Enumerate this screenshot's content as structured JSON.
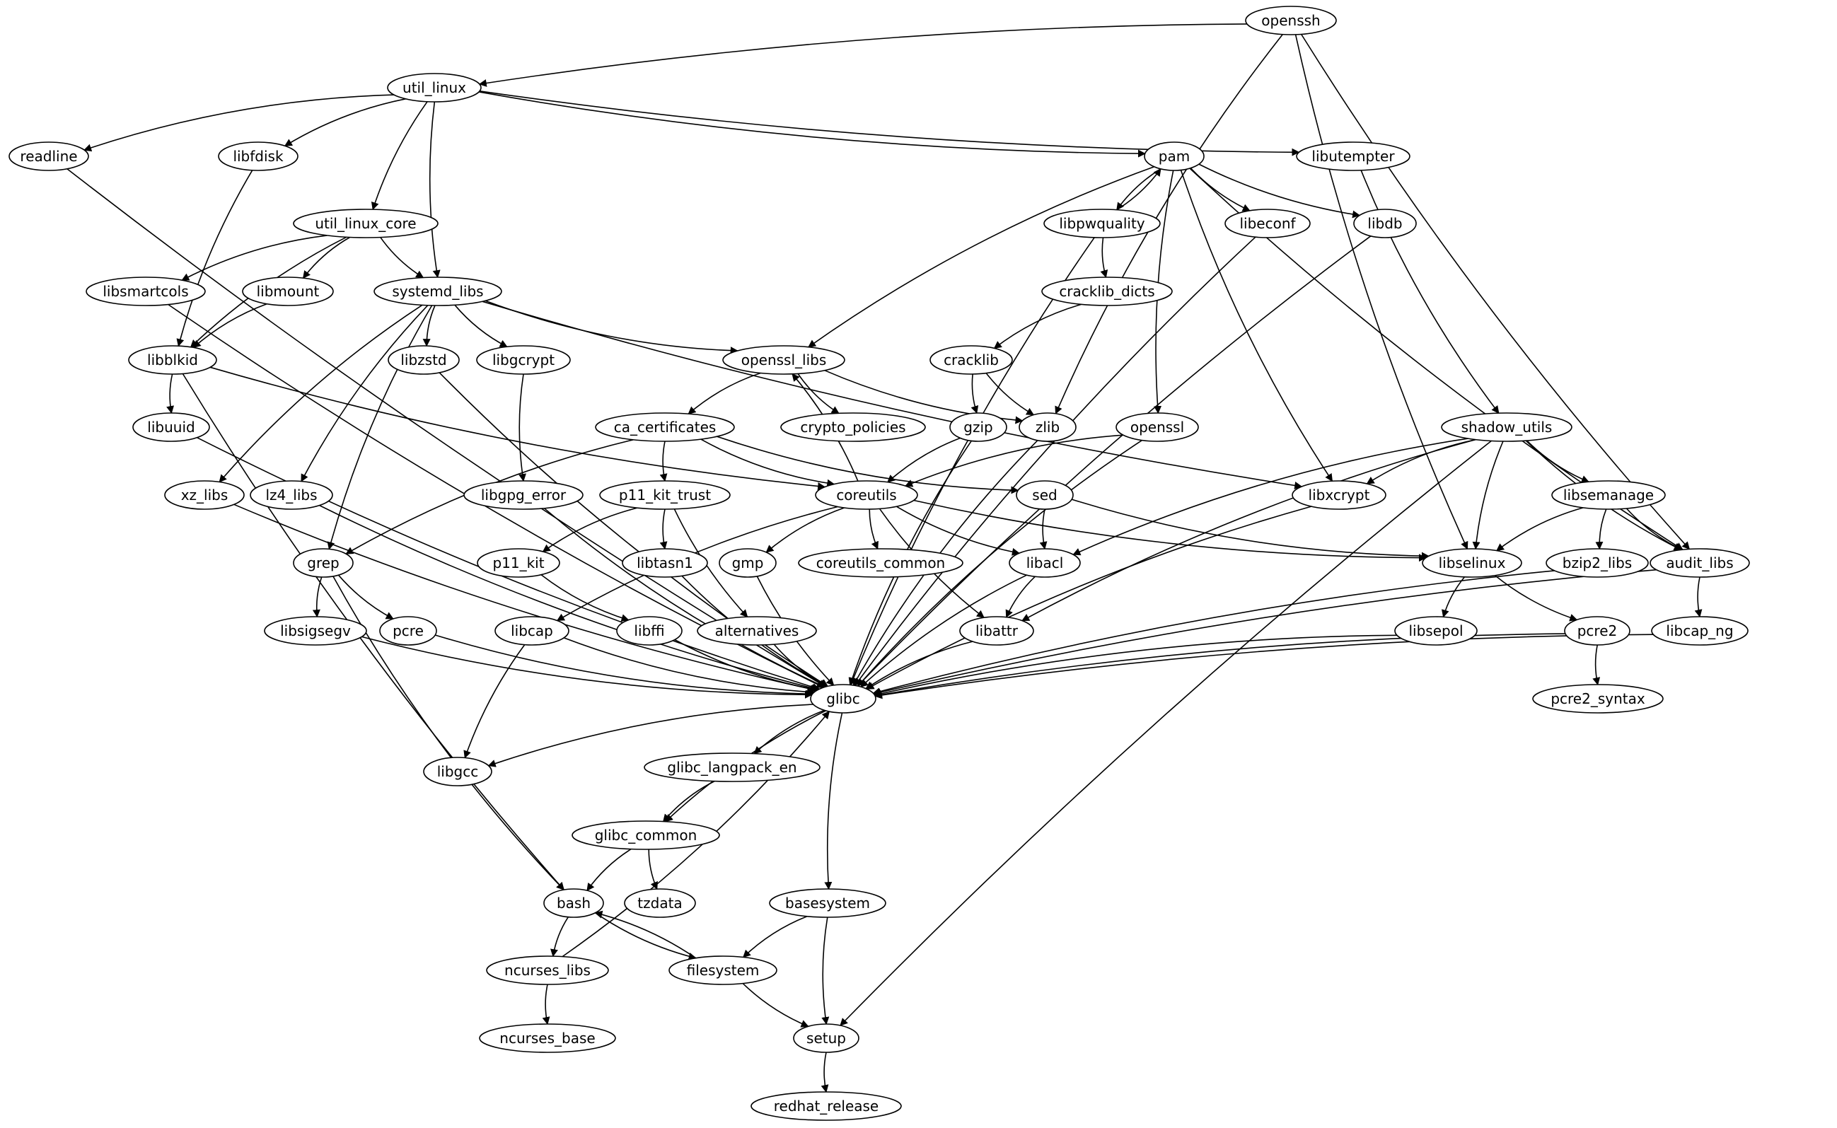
{
  "graph": {
    "title": "package dependency graph",
    "colors": {
      "stroke": "#000000",
      "fill": "#ffffff",
      "text": "#000000"
    },
    "nodes": [
      {
        "id": "openssh",
        "label": "openssh"
      },
      {
        "id": "util_linux",
        "label": "util_linux"
      },
      {
        "id": "readline",
        "label": "readline"
      },
      {
        "id": "libfdisk",
        "label": "libfdisk"
      },
      {
        "id": "pam",
        "label": "pam"
      },
      {
        "id": "libutempter",
        "label": "libutempter"
      },
      {
        "id": "util_linux_core",
        "label": "util_linux_core"
      },
      {
        "id": "libpwquality",
        "label": "libpwquality"
      },
      {
        "id": "libeconf",
        "label": "libeconf"
      },
      {
        "id": "libdb",
        "label": "libdb"
      },
      {
        "id": "libsmartcols",
        "label": "libsmartcols"
      },
      {
        "id": "libmount",
        "label": "libmount"
      },
      {
        "id": "systemd_libs",
        "label": "systemd_libs"
      },
      {
        "id": "cracklib_dicts",
        "label": "cracklib_dicts"
      },
      {
        "id": "libblkid",
        "label": "libblkid"
      },
      {
        "id": "libzstd",
        "label": "libzstd"
      },
      {
        "id": "libgcrypt",
        "label": "libgcrypt"
      },
      {
        "id": "openssl_libs",
        "label": "openssl_libs"
      },
      {
        "id": "cracklib",
        "label": "cracklib"
      },
      {
        "id": "libuuid",
        "label": "libuuid"
      },
      {
        "id": "ca_certificates",
        "label": "ca_certificates"
      },
      {
        "id": "crypto_policies",
        "label": "crypto_policies"
      },
      {
        "id": "gzip",
        "label": "gzip"
      },
      {
        "id": "zlib",
        "label": "zlib"
      },
      {
        "id": "openssl",
        "label": "openssl"
      },
      {
        "id": "shadow_utils",
        "label": "shadow_utils"
      },
      {
        "id": "xz_libs",
        "label": "xz_libs"
      },
      {
        "id": "lz4_libs",
        "label": "lz4_libs"
      },
      {
        "id": "libgpg_error",
        "label": "libgpg_error"
      },
      {
        "id": "p11_kit_trust",
        "label": "p11_kit_trust"
      },
      {
        "id": "coreutils",
        "label": "coreutils"
      },
      {
        "id": "sed",
        "label": "sed"
      },
      {
        "id": "libxcrypt",
        "label": "libxcrypt"
      },
      {
        "id": "libsemanage",
        "label": "libsemanage"
      },
      {
        "id": "grep",
        "label": "grep"
      },
      {
        "id": "p11_kit",
        "label": "p11_kit"
      },
      {
        "id": "libtasn1",
        "label": "libtasn1"
      },
      {
        "id": "gmp",
        "label": "gmp"
      },
      {
        "id": "coreutils_common",
        "label": "coreutils_common"
      },
      {
        "id": "libacl",
        "label": "libacl"
      },
      {
        "id": "libselinux",
        "label": "libselinux"
      },
      {
        "id": "bzip2_libs",
        "label": "bzip2_libs"
      },
      {
        "id": "audit_libs",
        "label": "audit_libs"
      },
      {
        "id": "libsigsegv",
        "label": "libsigsegv"
      },
      {
        "id": "pcre",
        "label": "pcre"
      },
      {
        "id": "libcap",
        "label": "libcap"
      },
      {
        "id": "libffi",
        "label": "libffi"
      },
      {
        "id": "alternatives",
        "label": "alternatives"
      },
      {
        "id": "libattr",
        "label": "libattr"
      },
      {
        "id": "libsepol",
        "label": "libsepol"
      },
      {
        "id": "pcre2",
        "label": "pcre2"
      },
      {
        "id": "libcap_ng",
        "label": "libcap_ng"
      },
      {
        "id": "glibc",
        "label": "glibc"
      },
      {
        "id": "pcre2_syntax",
        "label": "pcre2_syntax"
      },
      {
        "id": "libgcc",
        "label": "libgcc"
      },
      {
        "id": "glibc_langpack_en",
        "label": "glibc_langpack_en"
      },
      {
        "id": "glibc_common",
        "label": "glibc_common"
      },
      {
        "id": "bash",
        "label": "bash"
      },
      {
        "id": "tzdata",
        "label": "tzdata"
      },
      {
        "id": "basesystem",
        "label": "basesystem"
      },
      {
        "id": "ncurses_libs",
        "label": "ncurses_libs"
      },
      {
        "id": "filesystem",
        "label": "filesystem"
      },
      {
        "id": "ncurses_base",
        "label": "ncurses_base"
      },
      {
        "id": "setup",
        "label": "setup"
      },
      {
        "id": "redhat_release",
        "label": "redhat_release"
      }
    ],
    "edges": [
      {
        "from": "openssh",
        "to": "util_linux"
      },
      {
        "from": "openssh",
        "to": "zlib"
      },
      {
        "from": "openssh",
        "to": "libselinux"
      },
      {
        "from": "openssh",
        "to": "audit_libs"
      },
      {
        "from": "util_linux",
        "to": "readline"
      },
      {
        "from": "util_linux",
        "to": "libfdisk"
      },
      {
        "from": "util_linux",
        "to": "pam"
      },
      {
        "from": "util_linux",
        "to": "libutempter"
      },
      {
        "from": "util_linux",
        "to": "util_linux_core"
      },
      {
        "from": "util_linux",
        "to": "systemd_libs"
      },
      {
        "from": "readline",
        "to": "glibc"
      },
      {
        "from": "libfdisk",
        "to": "libblkid"
      },
      {
        "from": "pam",
        "to": "libpwquality"
      },
      {
        "from": "pam",
        "to": "libeconf"
      },
      {
        "from": "pam",
        "to": "libdb"
      },
      {
        "from": "pam",
        "to": "openssl_libs"
      },
      {
        "from": "pam",
        "to": "openssl"
      },
      {
        "from": "pam",
        "to": "libxcrypt"
      },
      {
        "from": "pam",
        "to": "audit_libs"
      },
      {
        "from": "libpwquality",
        "to": "pam"
      },
      {
        "from": "libpwquality",
        "to": "cracklib_dicts"
      },
      {
        "from": "libpwquality",
        "to": "glibc"
      },
      {
        "from": "libutempter",
        "to": "shadow_utils"
      },
      {
        "from": "util_linux_core",
        "to": "libsmartcols"
      },
      {
        "from": "util_linux_core",
        "to": "libmount"
      },
      {
        "from": "util_linux_core",
        "to": "systemd_libs"
      },
      {
        "from": "util_linux_core",
        "to": "libblkid"
      },
      {
        "from": "libeconf",
        "to": "glibc"
      },
      {
        "from": "libdb",
        "to": "glibc"
      },
      {
        "from": "libsmartcols",
        "to": "glibc"
      },
      {
        "from": "libmount",
        "to": "libblkid"
      },
      {
        "from": "systemd_libs",
        "to": "libzstd"
      },
      {
        "from": "systemd_libs",
        "to": "libgcrypt"
      },
      {
        "from": "systemd_libs",
        "to": "openssl_libs"
      },
      {
        "from": "systemd_libs",
        "to": "xz_libs"
      },
      {
        "from": "systemd_libs",
        "to": "lz4_libs"
      },
      {
        "from": "systemd_libs",
        "to": "grep"
      },
      {
        "from": "systemd_libs",
        "to": "libxcrypt"
      },
      {
        "from": "cracklib_dicts",
        "to": "cracklib"
      },
      {
        "from": "libblkid",
        "to": "libuuid"
      },
      {
        "from": "libblkid",
        "to": "coreutils"
      },
      {
        "from": "libblkid",
        "to": "bash"
      },
      {
        "from": "libzstd",
        "to": "glibc"
      },
      {
        "from": "libgcrypt",
        "to": "libgpg_error"
      },
      {
        "from": "openssl_libs",
        "to": "ca_certificates"
      },
      {
        "from": "openssl_libs",
        "to": "crypto_policies"
      },
      {
        "from": "openssl_libs",
        "to": "zlib"
      },
      {
        "from": "cracklib",
        "to": "gzip"
      },
      {
        "from": "cracklib",
        "to": "zlib"
      },
      {
        "from": "libuuid",
        "to": "glibc"
      },
      {
        "from": "ca_certificates",
        "to": "p11_kit_trust"
      },
      {
        "from": "ca_certificates",
        "to": "coreutils"
      },
      {
        "from": "ca_certificates",
        "to": "sed"
      },
      {
        "from": "ca_certificates",
        "to": "grep"
      },
      {
        "from": "gzip",
        "to": "coreutils"
      },
      {
        "from": "gzip",
        "to": "glibc"
      },
      {
        "from": "zlib",
        "to": "glibc"
      },
      {
        "from": "openssl",
        "to": "coreutils"
      },
      {
        "from": "openssl",
        "to": "glibc"
      },
      {
        "from": "shadow_utils",
        "to": "libxcrypt"
      },
      {
        "from": "shadow_utils",
        "to": "libsemanage"
      },
      {
        "from": "shadow_utils",
        "to": "libselinux"
      },
      {
        "from": "shadow_utils",
        "to": "audit_libs"
      },
      {
        "from": "shadow_utils",
        "to": "libacl"
      },
      {
        "from": "shadow_utils",
        "to": "libattr"
      },
      {
        "from": "shadow_utils",
        "to": "setup"
      },
      {
        "from": "xz_libs",
        "to": "glibc"
      },
      {
        "from": "lz4_libs",
        "to": "glibc"
      },
      {
        "from": "libgpg_error",
        "to": "glibc"
      },
      {
        "from": "p11_kit_trust",
        "to": "p11_kit"
      },
      {
        "from": "p11_kit_trust",
        "to": "libtasn1"
      },
      {
        "from": "p11_kit_trust",
        "to": "alternatives"
      },
      {
        "from": "coreutils",
        "to": "openssl_libs"
      },
      {
        "from": "coreutils",
        "to": "gmp"
      },
      {
        "from": "coreutils",
        "to": "coreutils_common"
      },
      {
        "from": "coreutils",
        "to": "libacl"
      },
      {
        "from": "coreutils",
        "to": "libattr"
      },
      {
        "from": "coreutils",
        "to": "libselinux"
      },
      {
        "from": "coreutils",
        "to": "libcap"
      },
      {
        "from": "sed",
        "to": "libacl"
      },
      {
        "from": "sed",
        "to": "libselinux"
      },
      {
        "from": "libxcrypt",
        "to": "glibc"
      },
      {
        "from": "libsemanage",
        "to": "libselinux"
      },
      {
        "from": "libsemanage",
        "to": "bzip2_libs"
      },
      {
        "from": "libsemanage",
        "to": "audit_libs"
      },
      {
        "from": "grep",
        "to": "libsigsegv"
      },
      {
        "from": "grep",
        "to": "pcre"
      },
      {
        "from": "grep",
        "to": "bash"
      },
      {
        "from": "p11_kit",
        "to": "libffi"
      },
      {
        "from": "libtasn1",
        "to": "glibc"
      },
      {
        "from": "gmp",
        "to": "glibc"
      },
      {
        "from": "libacl",
        "to": "libattr"
      },
      {
        "from": "libacl",
        "to": "glibc"
      },
      {
        "from": "libselinux",
        "to": "libsepol"
      },
      {
        "from": "libselinux",
        "to": "pcre2"
      },
      {
        "from": "bzip2_libs",
        "to": "glibc"
      },
      {
        "from": "audit_libs",
        "to": "libcap_ng"
      },
      {
        "from": "audit_libs",
        "to": "glibc"
      },
      {
        "from": "libsigsegv",
        "to": "glibc"
      },
      {
        "from": "pcre",
        "to": "glibc"
      },
      {
        "from": "libcap",
        "to": "glibc"
      },
      {
        "from": "libcap",
        "to": "libgcc"
      },
      {
        "from": "libffi",
        "to": "glibc"
      },
      {
        "from": "alternatives",
        "to": "glibc"
      },
      {
        "from": "libattr",
        "to": "glibc"
      },
      {
        "from": "libsepol",
        "to": "glibc"
      },
      {
        "from": "pcre2",
        "to": "glibc"
      },
      {
        "from": "pcre2",
        "to": "pcre2_syntax"
      },
      {
        "from": "libcap_ng",
        "to": "glibc"
      },
      {
        "from": "glibc",
        "to": "libgcc"
      },
      {
        "from": "glibc",
        "to": "glibc_langpack_en"
      },
      {
        "from": "glibc",
        "to": "glibc_common"
      },
      {
        "from": "glibc",
        "to": "basesystem"
      },
      {
        "from": "glibc_langpack_en",
        "to": "glibc_common"
      },
      {
        "from": "glibc_common",
        "to": "bash"
      },
      {
        "from": "glibc_common",
        "to": "tzdata"
      },
      {
        "from": "bash",
        "to": "ncurses_libs"
      },
      {
        "from": "bash",
        "to": "filesystem"
      },
      {
        "from": "basesystem",
        "to": "filesystem"
      },
      {
        "from": "basesystem",
        "to": "setup"
      },
      {
        "from": "ncurses_libs",
        "to": "glibc"
      },
      {
        "from": "ncurses_libs",
        "to": "ncurses_base"
      },
      {
        "from": "filesystem",
        "to": "bash"
      },
      {
        "from": "filesystem",
        "to": "setup"
      },
      {
        "from": "setup",
        "to": "redhat_release"
      }
    ]
  }
}
